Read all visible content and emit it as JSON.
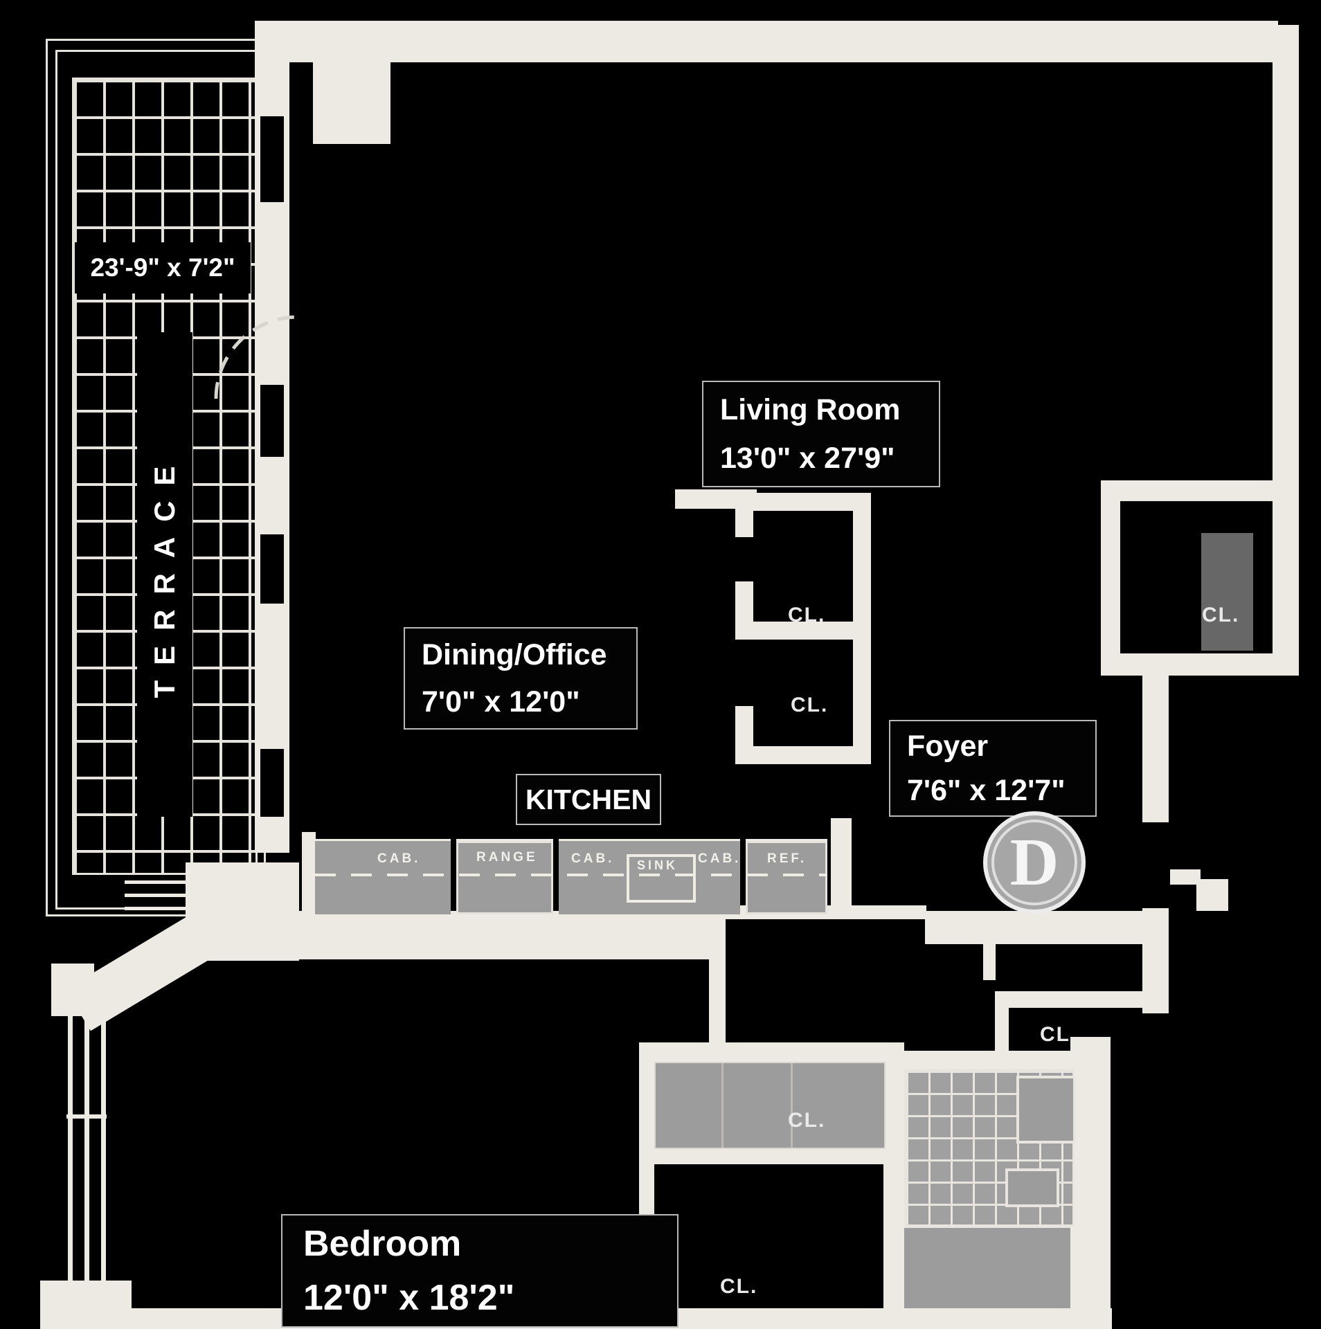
{
  "plan": {
    "colors": {
      "background": "#000000",
      "wall": "#edeae4",
      "fixture_gray": "#9c9c9c",
      "tile_gray": "#a0a0a0",
      "label_border": "#b9b9b9",
      "text": "#ffffff"
    },
    "terrace": {
      "dimension": "23'-9\" x 7'2\"",
      "label": "TERRACE"
    },
    "rooms": [
      {
        "name": "Living Room",
        "dimension": "13'0\" x 27'9\""
      },
      {
        "name": "Dining/Office",
        "dimension": "7'0\" x 12'0\""
      },
      {
        "name": "Foyer",
        "dimension": "7'6\" x 12'7\""
      },
      {
        "name": "Bedroom",
        "dimension": "12'0\" x 18'2\""
      }
    ],
    "kitchen": {
      "label": "KITCHEN",
      "fixtures": [
        "CAB.",
        "RANGE",
        "CAB.",
        "SINK",
        "CAB.",
        "REF."
      ]
    },
    "closets": [
      {
        "label": "CL."
      },
      {
        "label": "CL."
      },
      {
        "label": "CL."
      },
      {
        "label": "CL."
      },
      {
        "label": "CL."
      }
    ],
    "unit_marker": {
      "label": "D"
    }
  }
}
